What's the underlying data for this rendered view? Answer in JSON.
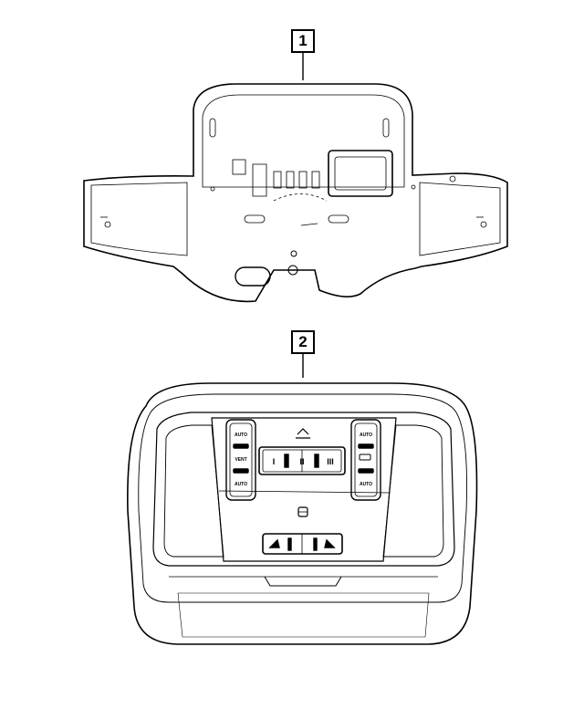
{
  "callouts": [
    {
      "number": "1"
    },
    {
      "number": "2"
    }
  ],
  "console_buttons": {
    "left": [
      "AUTO",
      "VENT",
      "AUTO"
    ],
    "right": [
      "AUTO",
      "AUTO"
    ],
    "center": [
      "I",
      "II",
      "III"
    ]
  },
  "colors": {
    "line": "#000000",
    "background": "#ffffff"
  }
}
